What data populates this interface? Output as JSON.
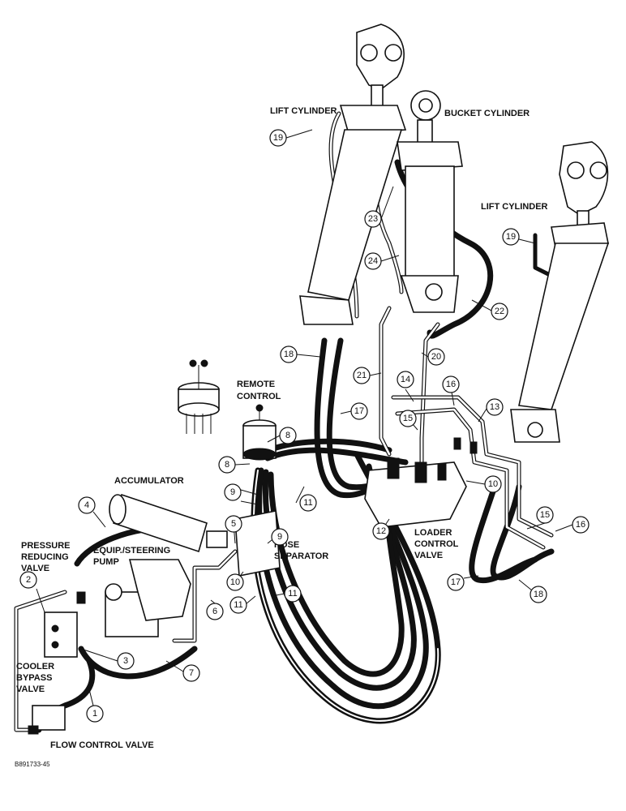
{
  "labels": {
    "lift_cylinder_left": "LIFT CYLINDER",
    "bucket_cylinder": "BUCKET CYLINDER",
    "lift_cylinder_right": "LIFT CYLINDER",
    "remote_control_1": "REMOTE",
    "remote_control_2": "CONTROL",
    "accumulator": "ACCUMULATOR",
    "pressure_reducing_1": "PRESSURE",
    "pressure_reducing_2": "REDUCING",
    "pressure_reducing_3": "VALVE",
    "equip_steering_1": "EQUIP./STEERING",
    "equip_steering_2": "PUMP",
    "hose_separator_1": "HOSE",
    "hose_separator_2": "SEPARATOR",
    "loader_control_1": "LOADER",
    "loader_control_2": "CONTROL",
    "loader_control_3": "VALVE",
    "cooler_bypass_1": "COOLER",
    "cooler_bypass_2": "BYPASS",
    "cooler_bypass_3": "VALVE",
    "flow_control": "FLOW CONTROL VALVE"
  },
  "callouts": {
    "c1": "1",
    "c2": "2",
    "c3": "3",
    "c4": "4",
    "c5": "5",
    "c6": "6",
    "c7": "7",
    "c8a": "8",
    "c8b": "8",
    "c9a": "9",
    "c9b": "9",
    "c10a": "10",
    "c10b": "10",
    "c11a": "11",
    "c11b": "11",
    "c11c": "11",
    "c12": "12",
    "c13": "13",
    "c14": "14",
    "c15a": "15",
    "c15b": "15",
    "c16a": "16",
    "c16b": "16",
    "c17a": "17",
    "c17b": "17",
    "c18a": "18",
    "c18b": "18",
    "c19a": "19",
    "c19b": "19",
    "c20": "20",
    "c21": "21",
    "c22": "22",
    "c23": "23",
    "c24": "24"
  },
  "figure_id": "B891733-45"
}
